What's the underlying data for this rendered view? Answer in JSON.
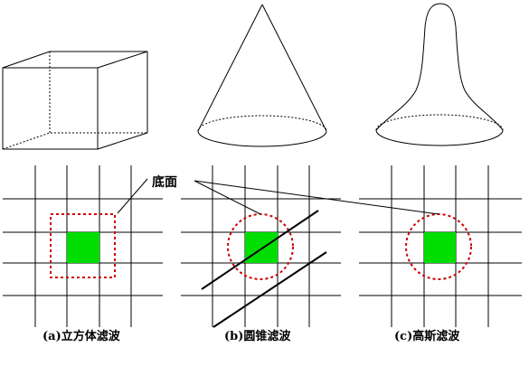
{
  "callout_label": "底面",
  "captions": {
    "a": "(a)立方体滤波",
    "b": "(b)圆锥滤波",
    "c": "(c)高斯滤波"
  },
  "colors": {
    "pixel_fill": "#00dd00",
    "footprint_outline": "#cc0000",
    "line": "#000000"
  }
}
